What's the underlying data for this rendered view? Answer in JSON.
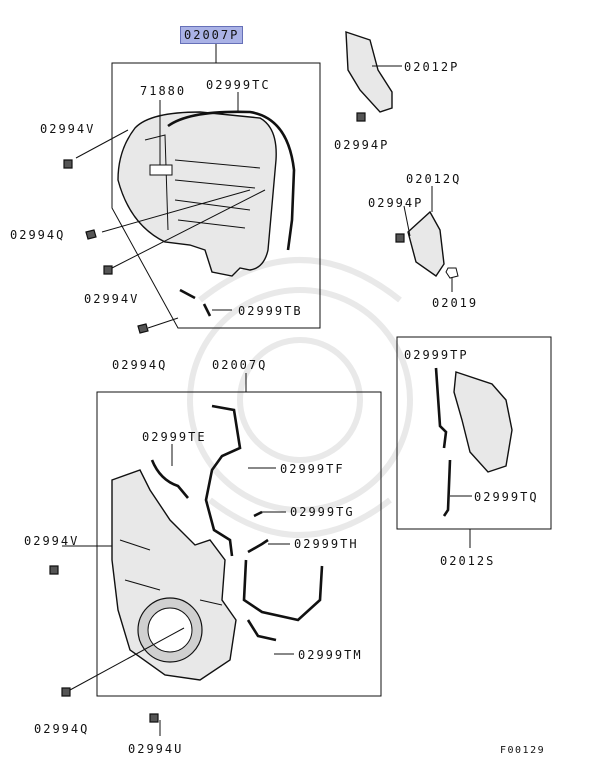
{
  "diagram": {
    "figure_code": "F00129",
    "labels": {
      "p02007P": "02007P",
      "p71880": "71880",
      "p02999TC": "02999TC",
      "p02994V_top": "02994V",
      "p02994Q_top": "02994Q",
      "p02994V_mid": "02994V",
      "p02999TB": "02999TB",
      "p02994Q_mid": "02994Q",
      "p02012P": "02012P",
      "p02994P_top": "02994P",
      "p02012Q": "02012Q",
      "p02994P_mid": "02994P",
      "p02019": "02019",
      "p02007Q": "02007Q",
      "p02999TE": "02999TE",
      "p02999TF": "02999TF",
      "p02999TG": "02999TG",
      "p02999TH": "02999TH",
      "p02999TM": "02999TM",
      "p02994V_low": "02994V",
      "p02994Q_low": "02994Q",
      "p02994U": "02994U",
      "p02999TP": "02999TP",
      "p02999TQ": "02999TQ",
      "p02012S": "02012S"
    }
  }
}
